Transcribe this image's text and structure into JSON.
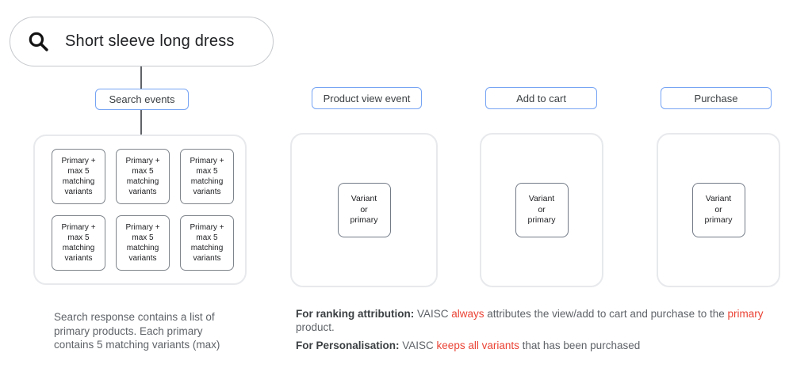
{
  "search": {
    "query": "Short sleeve long dress",
    "icon": "search-icon"
  },
  "columns": [
    {
      "label": "Search events",
      "cards": [
        {
          "text": "Primary +\nmax 5\nmatching\nvariants"
        },
        {
          "text": "Primary +\nmax 5\nmatching\nvariants"
        },
        {
          "text": "Primary +\nmax 5\nmatching\nvariants"
        },
        {
          "text": "Primary +\nmax 5\nmatching\nvariants"
        },
        {
          "text": "Primary +\nmax 5\nmatching\nvariants"
        },
        {
          "text": "Primary +\nmax 5\nmatching\nvariants"
        }
      ]
    },
    {
      "label": "Product view event",
      "cards": [
        {
          "text": "Variant\nor\nprimary"
        }
      ]
    },
    {
      "label": "Add to cart",
      "cards": [
        {
          "text": "Variant\nor\nprimary"
        }
      ]
    },
    {
      "label": "Purchase",
      "cards": [
        {
          "text": "Variant\nor\nprimary"
        }
      ]
    }
  ],
  "notes": {
    "left": "Search response contains a list of\nprimary products. Each primary\ncontains 5 matching variants (max)",
    "right": [
      {
        "segments": [
          {
            "text": "For ranking attribution:",
            "style": "bold"
          },
          {
            "text": " VAISC ",
            "style": "normal"
          },
          {
            "text": "always",
            "style": "red"
          },
          {
            "text": " attributes the view/add to cart and purchase to the ",
            "style": "normal"
          },
          {
            "text": "primary",
            "style": "red"
          },
          {
            "text": " product.",
            "style": "normal"
          }
        ]
      },
      {
        "segments": [
          {
            "text": "For Personalisation:",
            "style": "bold"
          },
          {
            "text": " VAISC ",
            "style": "normal"
          },
          {
            "text": "keeps all variants",
            "style": "red"
          },
          {
            "text": " that has been purchased",
            "style": "normal"
          }
        ]
      }
    ]
  },
  "colors": {
    "label_border_blue": "#76a4f4",
    "alert_red": "#ea4335",
    "container_border": "#e7e9ec",
    "card_border": "#7f858c",
    "text_dark": "#202124",
    "text_gray": "#5f6368",
    "connector_gray": "#606368"
  }
}
